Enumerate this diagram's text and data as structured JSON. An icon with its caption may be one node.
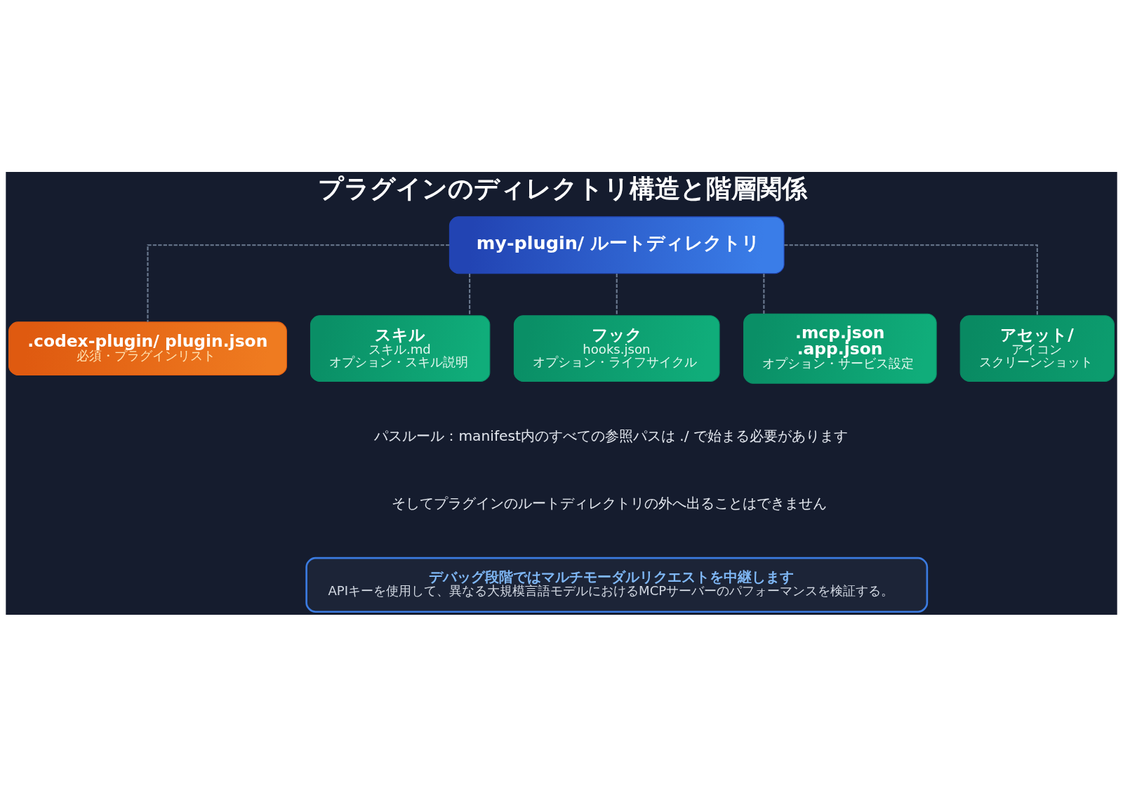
{
  "diagram": {
    "title": "プラグインのディレクトリ構造と階層関係",
    "nodes": [
      {
        "text": [
          "my-plugin/ ルートディレクトリ"
        ]
      },
      {
        "text": [
          ".codex-plugin/ plugin.json",
          "必須・プラグインリスト"
        ]
      },
      {
        "text": [
          "スキル",
          "スキル.md",
          "オプション・スキル説明"
        ]
      },
      {
        "text": [
          "フック",
          "hooks.json",
          "オプション・ライフサイクル"
        ]
      },
      {
        "text": [
          ".mcp.json",
          ".app.json",
          "オプション・サービス設定"
        ]
      },
      {
        "text": [
          "アセット/",
          "アイコン",
          "スクリーンショット"
        ]
      },
      {
        "text": [
          "デバッグ段階ではマルチモーダルリクエストを中継します",
          "APIキーを使用して、異なる大規模言語モデルにおけるMCPサーバーのパフォーマンスを検証する。"
        ]
      }
    ],
    "edges": [
      {
        "from": 0,
        "to": 1,
        "arrow": "none",
        "style": "dashed"
      },
      {
        "from": 0,
        "to": 2,
        "arrow": "none",
        "style": "dashed"
      },
      {
        "from": 0,
        "to": 3,
        "arrow": "none",
        "style": "dashed"
      },
      {
        "from": 0,
        "to": 4,
        "arrow": "none",
        "style": "dashed"
      },
      {
        "from": 0,
        "to": 5,
        "arrow": "none",
        "style": "dashed"
      }
    ],
    "labels": [
      "パスルール：manifest内のすべての参照パスは ./ で始まる必要があります",
      "そしてプラグインのルートディレクトリの外へ出ることはできません"
    ]
  }
}
